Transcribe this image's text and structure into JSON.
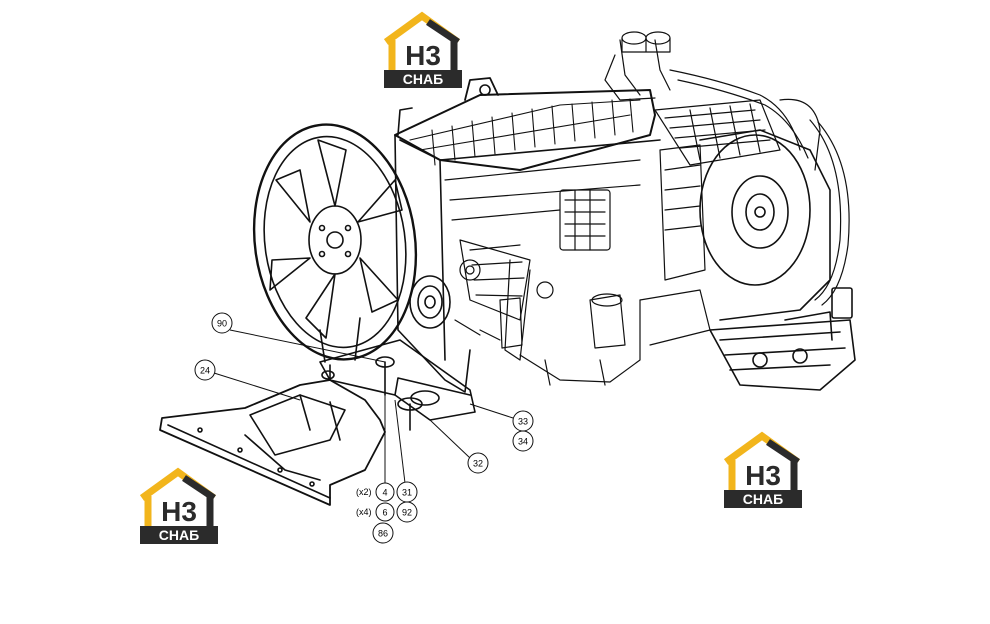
{
  "callouts": {
    "c90": "90",
    "c24": "24",
    "c33": "33",
    "c34": "34",
    "c32": "32",
    "c4": "4",
    "c31": "31",
    "c6": "6",
    "c92": "92",
    "c86": "86"
  },
  "quantities": {
    "q_x2": "(x2)",
    "q_x4": "(x4)"
  },
  "watermark": {
    "line1": "H3",
    "line2": "СНАБ",
    "colors": {
      "accent": "#f2b51c",
      "dark": "#2b2b2b"
    }
  }
}
